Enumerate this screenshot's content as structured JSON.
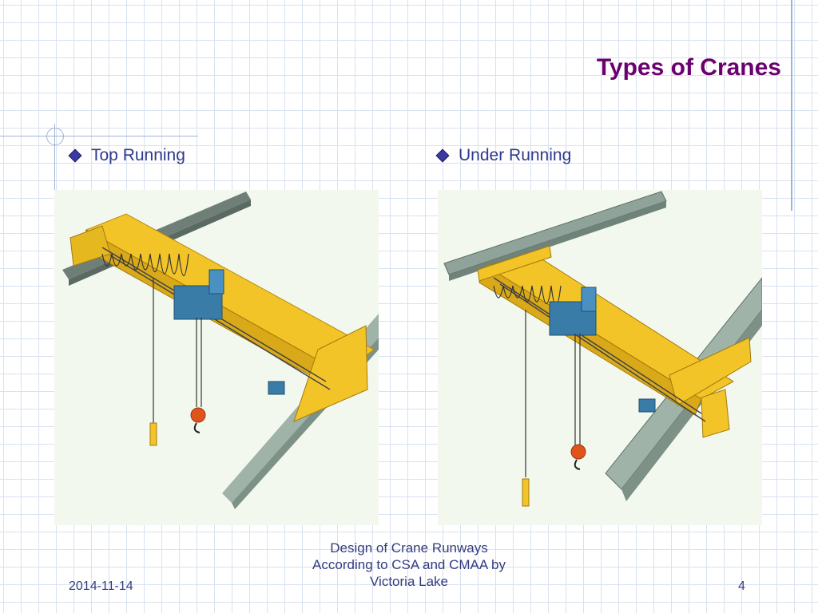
{
  "slide": {
    "title": "Types of Cranes",
    "bullets": [
      {
        "label": "Top Running"
      },
      {
        "label": "Under Running"
      }
    ],
    "images": [
      {
        "icon": "top-running-crane-illustration"
      },
      {
        "icon": "under-running-crane-illustration"
      }
    ]
  },
  "footer": {
    "date": "2014-11-14",
    "center_lines": [
      "Design of Crane Runways",
      "According to CSA and CMAA by",
      "Victoria Lake"
    ],
    "page_number": "4"
  },
  "colors": {
    "title": "#6b006f",
    "bullet_text": "#2e3a8c",
    "crane_yellow": "#f2c428",
    "rail_gray": "#8fa39a",
    "hoist_blue": "#3a7ca8",
    "hook_orange": "#e0541c"
  }
}
